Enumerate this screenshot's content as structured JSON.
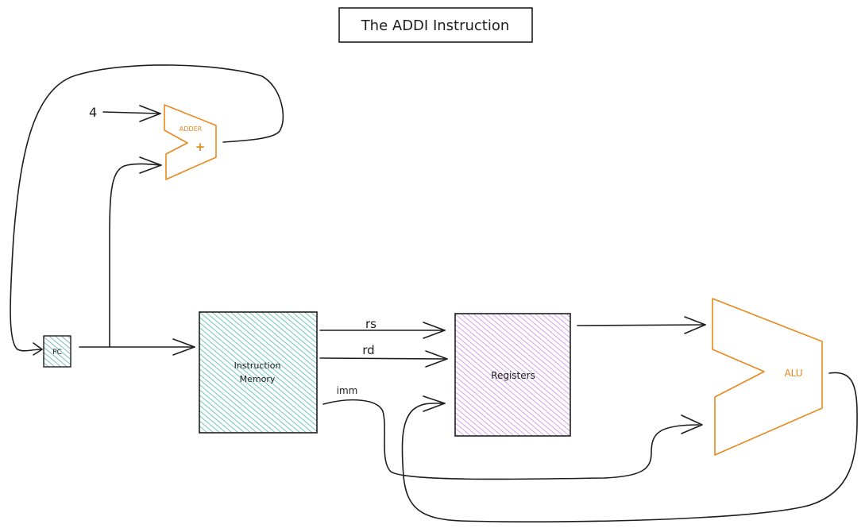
{
  "title": "The ADDI Instruction",
  "blocks": {
    "pc": "PC",
    "instruction_memory": [
      "Instruction",
      "Memory"
    ],
    "registers": "Registers",
    "adder_label": "ADDER",
    "adder_symbol": "+",
    "alu_label": "ALU"
  },
  "constants": {
    "four": "4"
  },
  "signals": {
    "rs": "rs",
    "rd": "rd",
    "imm": "imm"
  },
  "colors": {
    "pc_fill": "#5aa6b8",
    "instruction_memory_fill": "#2bb58f",
    "registers_fill": "#c07be6",
    "component_stroke": "#e8891c",
    "wire": "#1e1e1e"
  }
}
